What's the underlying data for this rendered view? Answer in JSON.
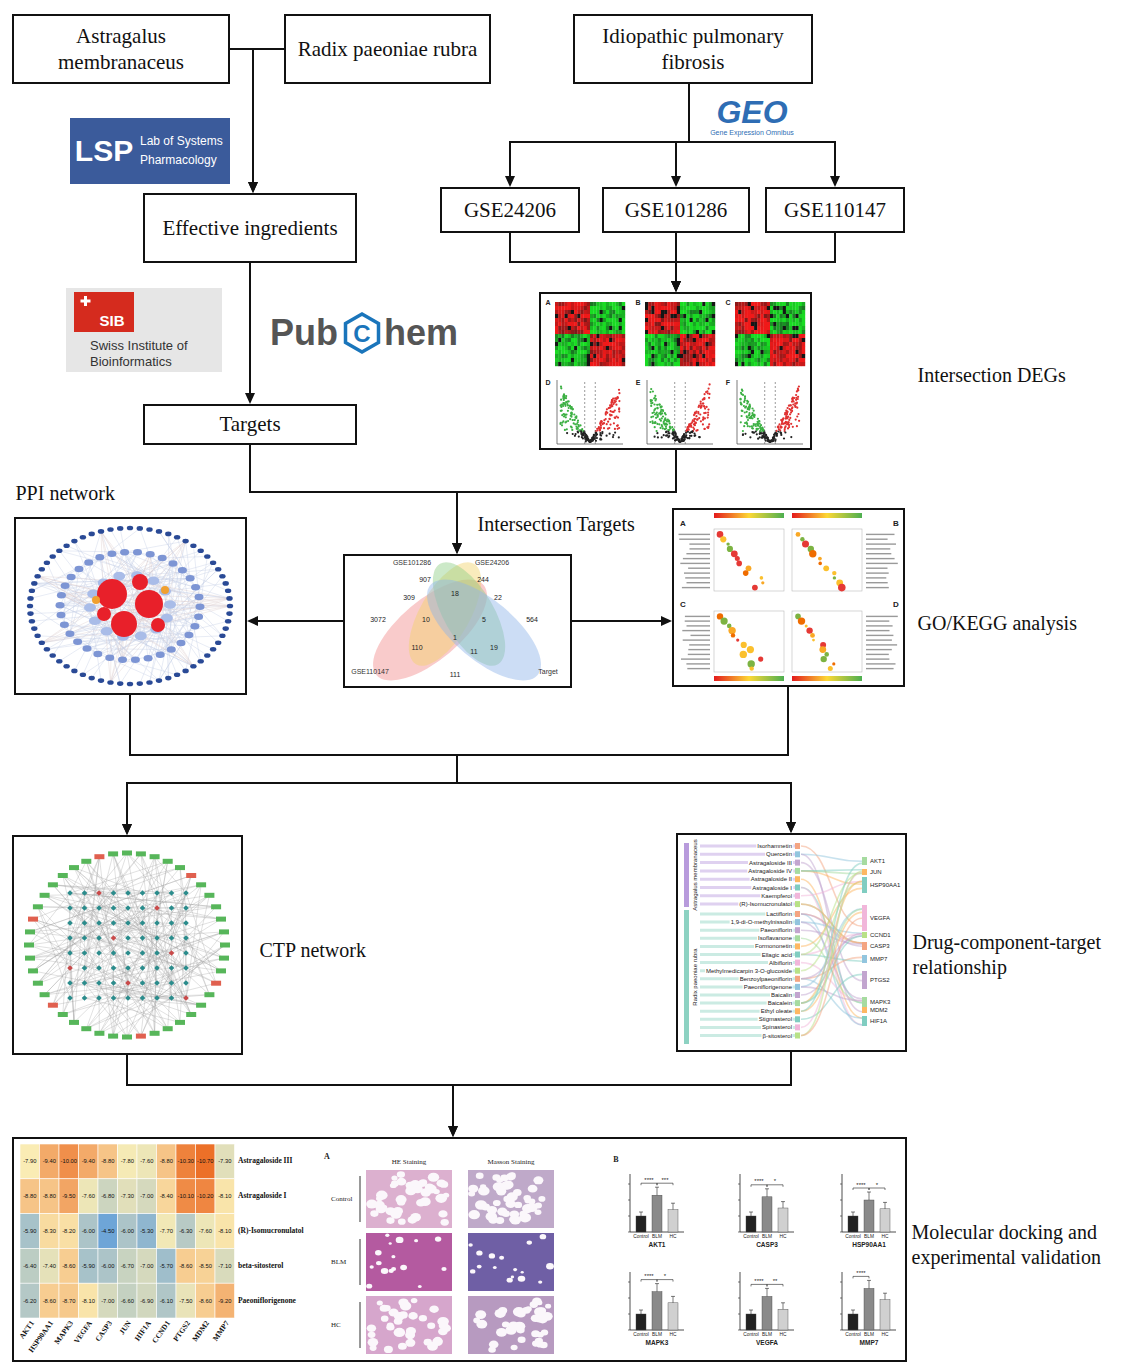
{
  "diagram": {
    "nodes": [
      {
        "text": [
          "Astragalus membranaceus"
        ]
      },
      {
        "text": [
          "Radix paeoniae rubra"
        ]
      },
      {
        "text": [
          "Idiopathic pulmonary fibrosis"
        ]
      },
      {
        "text": [
          "Effective ingredients"
        ]
      },
      {
        "text": [
          "GSE24206"
        ]
      },
      {
        "text": [
          "GSE101286"
        ]
      },
      {
        "text": [
          "GSE110147"
        ]
      },
      {
        "text": [
          "Targets"
        ]
      },
      {
        "text": [
          "Intersection DEGs"
        ]
      },
      {
        "text": [
          "PPI network"
        ]
      },
      {
        "text": [
          "Intersection Targets"
        ]
      },
      {
        "text": [
          "GO/KEGG analysis"
        ]
      },
      {
        "text": [
          "CTP network"
        ]
      },
      {
        "text": [
          "Drug-component-target relationship"
        ]
      },
      {
        "text": [
          "Molecular docking and experimental validation"
        ]
      }
    ],
    "edges": [
      {
        "from": 0,
        "to": 3,
        "arrow": "to"
      },
      {
        "from": 1,
        "to": 3,
        "arrow": "to"
      },
      {
        "from": 3,
        "to": 7,
        "arrow": "to"
      },
      {
        "from": 2,
        "to": 4,
        "arrow": "to"
      },
      {
        "from": 2,
        "to": 5,
        "arrow": "to"
      },
      {
        "from": 2,
        "to": 6,
        "arrow": "to"
      },
      {
        "from": 4,
        "to": 8,
        "arrow": "to"
      },
      {
        "from": 5,
        "to": 8,
        "arrow": "to"
      },
      {
        "from": 6,
        "to": 8,
        "arrow": "to"
      },
      {
        "from": 7,
        "to": 10,
        "arrow": "to"
      },
      {
        "from": 8,
        "to": 10,
        "arrow": "to"
      },
      {
        "from": 10,
        "to": 9,
        "arrow": "to"
      },
      {
        "from": 10,
        "to": 11,
        "arrow": "to"
      },
      {
        "from": 9,
        "to": 12,
        "arrow": "to"
      },
      {
        "from": 9,
        "to": 13,
        "arrow": "to"
      },
      {
        "from": 11,
        "to": 12,
        "arrow": "to"
      },
      {
        "from": 11,
        "to": 13,
        "arrow": "to"
      },
      {
        "from": 12,
        "to": 14,
        "arrow": "to"
      },
      {
        "from": 13,
        "to": 14,
        "arrow": "to"
      }
    ],
    "labels": [
      "LSP",
      "Lab of Systems",
      "Pharmacology",
      "GEO",
      "Gene Expression Omnibus",
      "SIB",
      "Swiss Institute of",
      "Bioinformatics",
      "Pub",
      "C",
      "hem",
      "A",
      "B",
      "C",
      "D",
      "E",
      "F",
      "GSE101286",
      "GSE24206",
      "GSE110147",
      "Target",
      "907",
      "244",
      "309",
      "18",
      "22",
      "3072",
      "10",
      "1",
      "5",
      "564",
      "110",
      "11",
      "19",
      "111",
      "A",
      "B",
      "C",
      "D",
      "Astragalus membranaceus",
      "Radix paeoniae rubra",
      "Isorhamnetin",
      "Quercetin",
      "Astragaloside III",
      "Astragaloside IV",
      "Astragaloside II",
      "Astragaloside I",
      "Kaempferol",
      "(R)-Isomucronulatol",
      "Lactiflorin",
      "1,9-di-O-methylnissolin",
      "Paeoniflorin",
      "Isoflavanone",
      "Formononetin",
      "Ellagic acid",
      "Albiflorin",
      "Methylmedicarpin 3-O-glucoside",
      "Benzoylpaeoniflorin",
      "Paeoniflorigenone",
      "Baicalin",
      "Baicalein",
      "Ethyl oleate",
      "Stigmasterol",
      "Spinasterol",
      "β-sitosterol",
      "AKT1",
      "JUN",
      "HSP90AA1",
      "VEGFA",
      "CCND1",
      "CASP3",
      "MMP7",
      "PTGS2",
      "MAPK3",
      "MDM2",
      "HIF1A",
      "-7.90",
      "-9.40",
      "-10.00",
      "-9.40",
      "-8.80",
      "-7.80",
      "-7.60",
      "-8.80",
      "-10.30",
      "-10.70",
      "-7.30",
      "-8.80",
      "-8.80",
      "-9.50",
      "-7.60",
      "-6.80",
      "-7.30",
      "-7.00",
      "-8.40",
      "-10.10",
      "-10.20",
      "-8.10",
      "-5.90",
      "-8.30",
      "-8.20",
      "-6.00",
      "-4.50",
      "-6.00",
      "-5.30",
      "-7.70",
      "-6.30",
      "-7.60",
      "-8.10",
      "-6.40",
      "-7.40",
      "-8.60",
      "-5.90",
      "-6.00",
      "-6.70",
      "-7.00",
      "-5.70",
      "-8.60",
      "-8.50",
      "-7.10",
      "-6.20",
      "-8.60",
      "-8.70",
      "-8.10",
      "-7.00",
      "-6.60",
      "-6.90",
      "-6.10",
      "-7.50",
      "-8.60",
      "-9.20",
      "Astragaloside III",
      "Astragaloside I",
      "(R)-Isomucronulatol",
      "beta-sitosterol",
      "Paeoniflorigenone",
      "AKT1",
      "HSP90AA1",
      "MAPK3",
      "VEGFA",
      "CASP3",
      "JUN",
      "HIF1A",
      "CCND1",
      "PTGS2",
      "MDM2",
      "MMP7",
      "A",
      "HE Staining",
      "Masson Staining",
      "Control",
      "BLM",
      "HC",
      "B",
      "Control",
      "BLM",
      "HC",
      "AKT1",
      "****",
      "***",
      "Control",
      "BLM",
      "HC",
      "CASP3",
      "****",
      "*",
      "Control",
      "BLM",
      "HC",
      "HSP90AA1",
      "****",
      "*",
      "Control",
      "BLM",
      "HC",
      "MAPK3",
      "****",
      "*",
      "Control",
      "BLM",
      "HC",
      "VEGFA",
      "****",
      "**",
      "Control",
      "BLM",
      "HC",
      "MMP7",
      "****"
    ]
  }
}
